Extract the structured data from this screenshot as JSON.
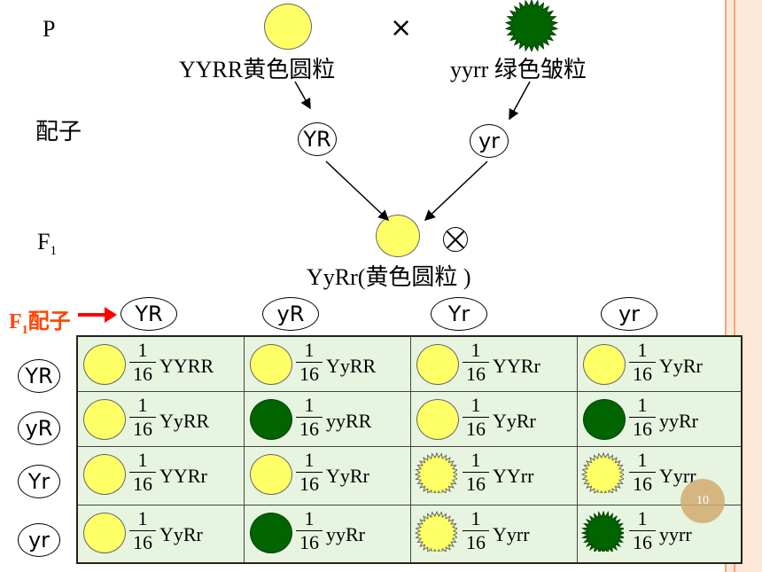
{
  "labels": {
    "p": "P",
    "gametes": "配子",
    "f1": "F",
    "f1_sub": "1",
    "f1_gametes_prefix": "F",
    "f1_gametes_sub": "1",
    "f1_gametes_suffix": "配子",
    "cross_symbol": "×"
  },
  "parents": {
    "left_genotype": "YYRR黄色圆粒",
    "right_genotype": "yyrr 绿色皱粒"
  },
  "parent_gametes": [
    "YR",
    "yr"
  ],
  "f1_genotype": "YyRr(黄色圆粒 )",
  "columns": [
    "YR",
    "yR",
    "Yr",
    "yr"
  ],
  "rows": [
    "YR",
    "yR",
    "Yr",
    "yr"
  ],
  "fraction": {
    "numerator": "1",
    "denominator": "16"
  },
  "cells": [
    [
      {
        "g": "YYRR",
        "p": "yellow-round"
      },
      {
        "g": "YyRR",
        "p": "yellow-round"
      },
      {
        "g": "YYRr",
        "p": "yellow-round"
      },
      {
        "g": "YyRr",
        "p": "yellow-round"
      }
    ],
    [
      {
        "g": "YyRR",
        "p": "yellow-round"
      },
      {
        "g": "yyRR",
        "p": "green-round"
      },
      {
        "g": "YyRr",
        "p": "yellow-round"
      },
      {
        "g": "yyRr",
        "p": "green-round"
      }
    ],
    [
      {
        "g": "YYRr",
        "p": "yellow-round"
      },
      {
        "g": "YyRr",
        "p": "yellow-round"
      },
      {
        "g": "YYrr",
        "p": "yellow-wrinkled"
      },
      {
        "g": "Yyrr",
        "p": "yellow-wrinkled"
      }
    ],
    [
      {
        "g": "YyRr",
        "p": "yellow-round"
      },
      {
        "g": "yyRr",
        "p": "green-round"
      },
      {
        "g": "Yyrr",
        "p": "yellow-wrinkled"
      },
      {
        "g": "yyrr",
        "p": "green-wrinkled"
      }
    ]
  ],
  "colors": {
    "yellow": "#ffff66",
    "green": "#006400",
    "grid_bg": "#e7f5e0",
    "accent_red": "#ff4400"
  },
  "page_number": "10"
}
